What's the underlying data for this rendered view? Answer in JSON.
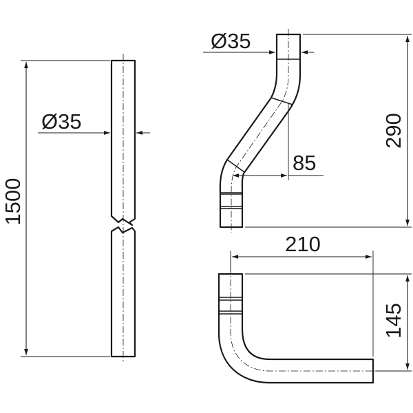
{
  "drawing": {
    "straight_pipe": {
      "length_label": "1500",
      "diameter_label": "Ø35"
    },
    "offset_bend": {
      "diameter_label": "Ø35",
      "height_label": "290",
      "offset_label": "85"
    },
    "elbow_bend": {
      "width_label": "210",
      "height_label": "145"
    }
  }
}
